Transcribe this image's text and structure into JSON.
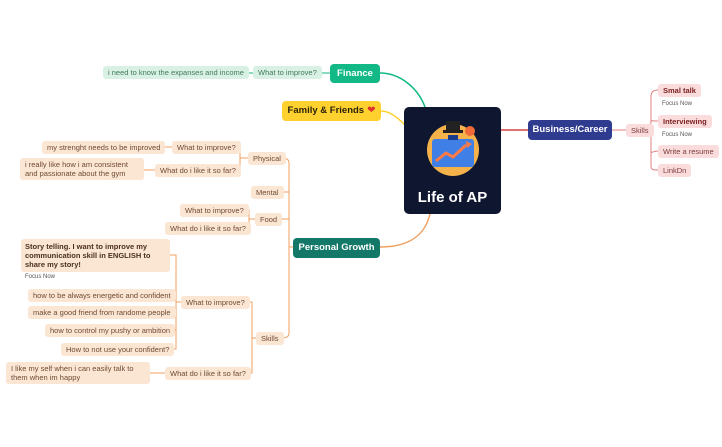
{
  "central": {
    "title": "Life of AP"
  },
  "colors": {
    "finance": "#12b886",
    "family": "#ffd12e",
    "business": "#2f3b8f",
    "personal": "#147868",
    "cream": "#fbe6d4",
    "pink": "#fbdcdc",
    "center_bg": "#0f1630"
  },
  "finance": {
    "label": "Finance",
    "question": "What to improve?",
    "answer": "i need to know the expanses and income"
  },
  "family": {
    "label": "Family & Friends",
    "icon": "red-heart-icon"
  },
  "business": {
    "label": "Business/Career",
    "skills": "Skills",
    "items": [
      {
        "label": "Smal talk",
        "note": "Focus Now"
      },
      {
        "label": "Interviewing",
        "note": "Focus Now"
      },
      {
        "label": "Write a resume"
      },
      {
        "label": "LinkDn"
      }
    ]
  },
  "personal": {
    "label": "Personal Growth",
    "physical": {
      "label": "Physical",
      "improve_q": "What to improve?",
      "improve_a": "my strenght needs to be improved",
      "like_q": "What do i like it so far?",
      "like_a": "i really like how i am consistent and passionate about the gym"
    },
    "mental": {
      "label": "Mental"
    },
    "food": {
      "label": "Food",
      "improve_q": "What to improve?",
      "like_q": "What do i like it so far?"
    },
    "skills": {
      "label": "Skills",
      "improve_q": "What to improve?",
      "story": "Story telling. I want to improve my communication skill in ENGLISH to share my story!",
      "story_note": "Focus Now",
      "items": [
        "how to be always energetic and confident",
        "make a good friend from randome people",
        "how to control my pushy or ambition",
        "How to not use your confident?"
      ],
      "like_q": "What do i like it so far?",
      "like_a": "I like my self when i can easily talk to them when im happy"
    }
  }
}
